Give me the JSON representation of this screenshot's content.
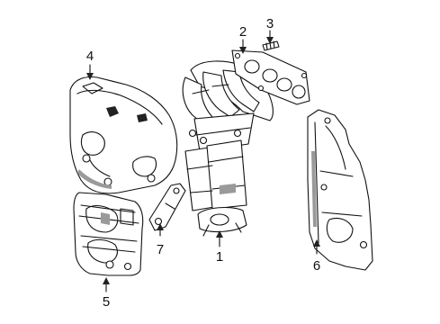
{
  "callouts": [
    {
      "id": "1",
      "part": "catalytic-converter-manifold"
    },
    {
      "id": "2",
      "part": "manifold-gasket"
    },
    {
      "id": "3",
      "part": "stud"
    },
    {
      "id": "4",
      "part": "upper-heat-shield"
    },
    {
      "id": "5",
      "part": "lower-heat-shield"
    },
    {
      "id": "6",
      "part": "side-heat-shield"
    },
    {
      "id": "7",
      "part": "bracket"
    }
  ]
}
